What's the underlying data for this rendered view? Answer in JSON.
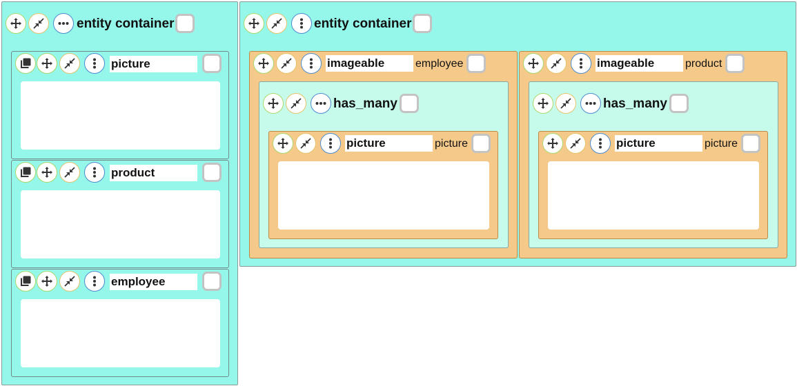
{
  "left_container": {
    "title": "entity container",
    "entities": [
      {
        "name": "picture"
      },
      {
        "name": "product"
      },
      {
        "name": "employee"
      }
    ]
  },
  "right_container": {
    "title": "entity container",
    "groups": [
      {
        "name": "imageable",
        "type_label": "employee",
        "relation": "has_many",
        "child": {
          "name": "picture",
          "type_label": "picture"
        }
      },
      {
        "name": "imageable",
        "type_label": "product",
        "relation": "has_many",
        "child": {
          "name": "picture",
          "type_label": "picture"
        }
      }
    ]
  },
  "icons": {
    "move": "move-arrows-icon",
    "shrink": "shrink-arrows-icon",
    "more_horizontal": "more-horizontal-icon",
    "more_vertical": "more-vertical-icon",
    "copy": "copy-icon"
  }
}
